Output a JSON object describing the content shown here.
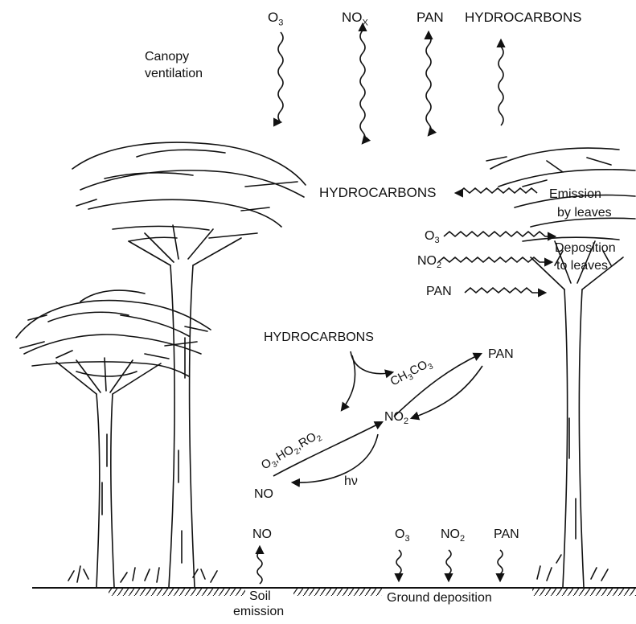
{
  "top": {
    "canopy_ventilation_line1": "Canopy",
    "canopy_ventilation_line2": "ventilation",
    "o3": "O",
    "o3_sub": "3",
    "nox": "NO",
    "nox_sub": "X",
    "pan": "PAN",
    "hydrocarbons": "HYDROCARBONS"
  },
  "canopy": {
    "hydrocarbons": "HYDROCARBONS",
    "emission_line1": "Emission",
    "emission_line2": "by leaves",
    "o3": "O",
    "o3_sub": "3",
    "no2": "NO",
    "no2_sub": "2",
    "pan": "PAN",
    "deposition_line1": "Deposition",
    "deposition_line2": "to leaves"
  },
  "chemistry": {
    "hydrocarbons": "HYDROCARBONS",
    "ch3co3": "CH",
    "ch3co3_sub1": "3",
    "ch3co3_mid": "CO",
    "ch3co3_sub2": "3",
    "pan": "PAN",
    "no2": "NO",
    "no2_sub": "2",
    "oxidants_o": "O",
    "oxidants_sub1": "3",
    "oxidants_ho": ",HO",
    "oxidants_sub2": "2",
    "oxidants_ro": ",RO",
    "oxidants_sub3": "2",
    "hv": "hν",
    "no": "NO"
  },
  "ground": {
    "no": "NO",
    "o3": "O",
    "o3_sub": "3",
    "no2": "NO",
    "no2_sub": "2",
    "pan": "PAN",
    "soil_line1": "Soil",
    "soil_line2": "emission",
    "ground_deposition": "Ground  deposition"
  },
  "colors": {
    "ink": "#111111",
    "background": "#ffffff"
  }
}
